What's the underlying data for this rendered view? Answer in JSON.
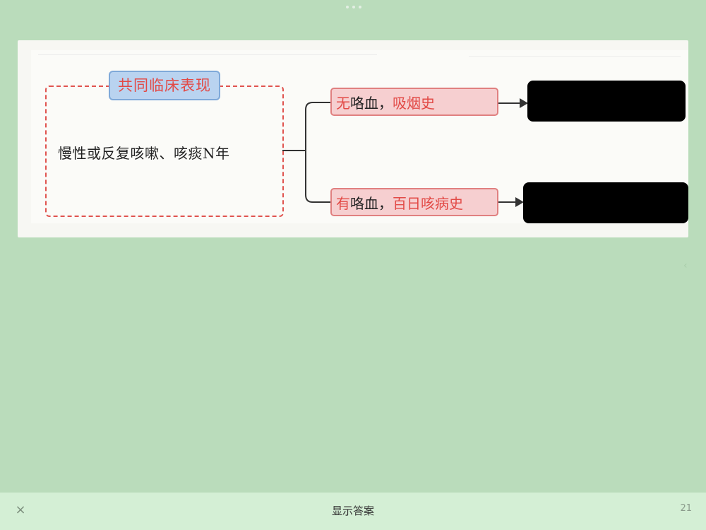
{
  "figure": {
    "title": "共同临床表现",
    "common_symptom": "慢性或反复咳嗽、咳痰N年",
    "branch_1": {
      "prefix": "无",
      "middle": "咯血，",
      "suffix": "吸烟史"
    },
    "branch_2": {
      "prefix": "有",
      "middle": "咯血，",
      "suffix": "百日咳病史"
    }
  },
  "footer": {
    "close_icon": "×",
    "show_answer_label": "显示答案",
    "page_number": "21"
  },
  "colors": {
    "background": "#badcbb",
    "accent_red": "#e24a46",
    "badge_blue": "#b9d3f0",
    "condition_pink": "#f6cfd0"
  }
}
